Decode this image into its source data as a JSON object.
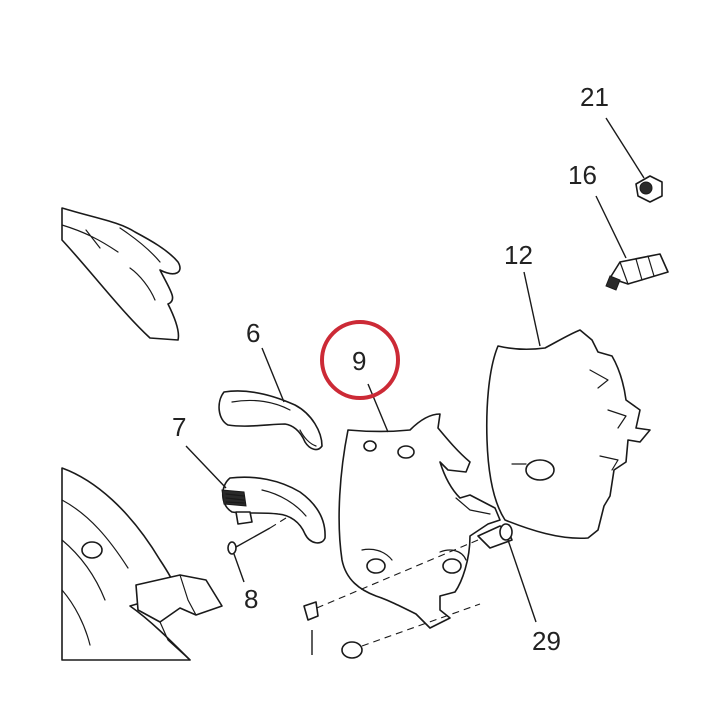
{
  "diagram": {
    "callouts": {
      "c21": "21",
      "c16": "16",
      "c12": "12",
      "c6": "6",
      "c9": "9",
      "c7": "7",
      "c8": "8",
      "c29": "29"
    },
    "highlighted_callout": "9",
    "highlight_color": "#cc2a36",
    "line_color": "#1a1a1a"
  }
}
